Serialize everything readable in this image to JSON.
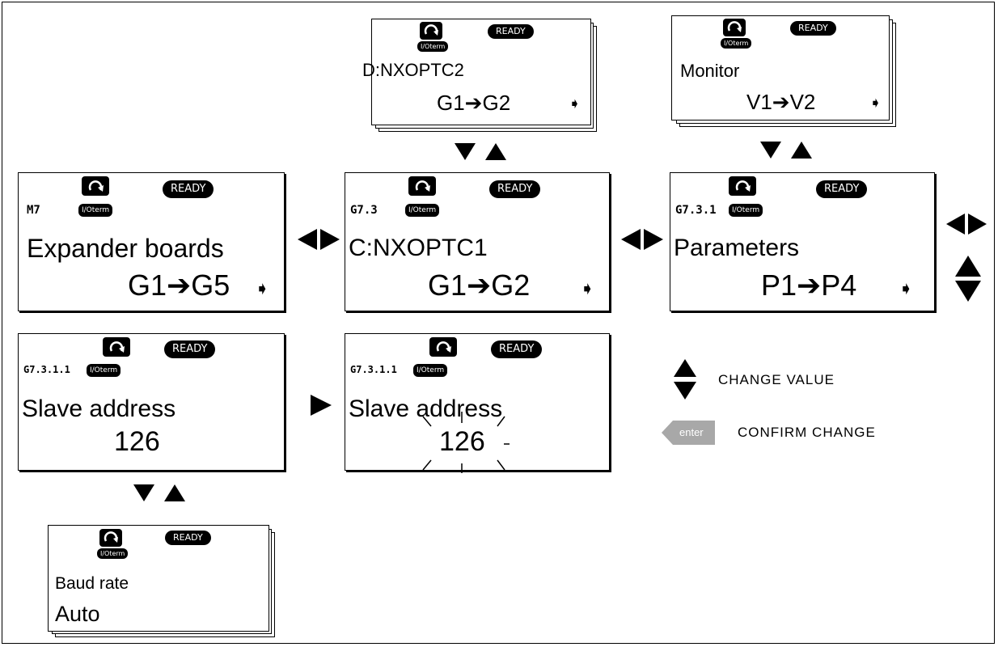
{
  "panels": {
    "top_d": {
      "status": "READY",
      "io": "I/Oterm",
      "code": "",
      "line1": "D:NXOPTC2",
      "line2": "G1➔G2"
    },
    "top_monitor": {
      "status": "READY",
      "io": "I/Oterm",
      "code": "",
      "line1": "Monitor",
      "line2": "V1➔V2"
    },
    "m7": {
      "status": "READY",
      "io": "I/Oterm",
      "code": "M7",
      "line1": "Expander boards",
      "line2": "G1➔G5"
    },
    "g73": {
      "status": "READY",
      "io": "I/Oterm",
      "code": "G7.3",
      "line1": "C:NXOPTC1",
      "line2": "G1➔G2"
    },
    "g731": {
      "status": "READY",
      "io": "I/Oterm",
      "code": "G7.3.1",
      "line1": "Parameters",
      "line2": "P1➔P4"
    },
    "slave_a": {
      "status": "READY",
      "io": "I/Oterm",
      "code": "G7.3.1.1",
      "line1": "Slave address",
      "line2": "126"
    },
    "slave_b": {
      "status": "READY",
      "io": "I/Oterm",
      "code": "G7.3.1.1",
      "line1": "Slave address",
      "line2": "126"
    },
    "baud": {
      "status": "READY",
      "io": "I/Oterm",
      "code": "",
      "line1": "Baud rate",
      "line2": "Auto"
    }
  },
  "legend": {
    "change_value": "CHANGE VALUE",
    "confirm_change": "CONFIRM CHANGE",
    "enter_key": "enter"
  },
  "icons": {
    "more": "more-arrow-icon",
    "rotate": "rotate-direction-icon",
    "updown": "up-down-arrows-icon",
    "leftright": "left-right-arrows-icon",
    "enter": "enter-key-icon"
  }
}
